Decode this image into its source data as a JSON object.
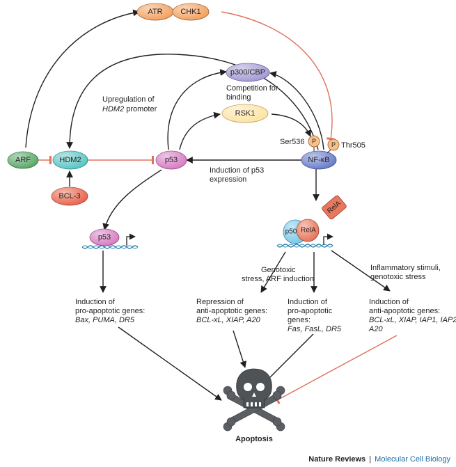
{
  "nodes": {
    "atr": "ATR",
    "chk1": "CHK1",
    "p300cbp": "p300/CBP",
    "rsk1": "RSK1",
    "arf": "ARF",
    "hdm2": "HDM2",
    "p53": "p53",
    "nfkb": "NF-κB",
    "bcl3": "BCL-3",
    "p53_bound": "p53",
    "p50": "p50",
    "rela_top": "RelA",
    "rela_bound": "RelA",
    "phos_ser": "P",
    "phos_thr": "P"
  },
  "labels": {
    "upreg_line1": "Upregulation of",
    "upreg_line2_italic": "HDM2",
    "upreg_line2_rest": " promoter",
    "competition_line1": "Competition for",
    "competition_line2": "binding",
    "ser536": "Ser536",
    "thr505": "Thr505",
    "induction_p53_line1": "Induction of p53",
    "induction_p53_line2": "expression",
    "genotoxic_line1": "Genotoxic",
    "genotoxic_line2": "stress, ARF induction",
    "inflammatory_line1": "Inflammatory stimuli,",
    "inflammatory_line2": "genotoxic stress",
    "pro_apop_p53_line1": "Induction of",
    "pro_apop_p53_line2": "pro-apoptotic genes:",
    "pro_apop_p53_line3": "Bax, PUMA, DR5",
    "repression_line1": "Repression of",
    "repression_line2": "anti-apoptotic genes:",
    "repression_line3": "BCL-xL, XIAP, A20",
    "pro_apop_nfkb_line1": "Induction of",
    "pro_apop_nfkb_line2": "pro-apoptotic",
    "pro_apop_nfkb_line3": "genes:",
    "pro_apop_nfkb_line4": "Fas, FasL, DR5",
    "anti_apop_line1": "Induction of",
    "anti_apop_line2": "anti-apoptotic genes:",
    "anti_apop_line3": "BCL-xL, XIAP, IAP1, IAP2,",
    "anti_apop_line4": "A20",
    "apoptosis": "Apoptosis"
  },
  "footer": {
    "journal": "Nature Reviews",
    "separator": "|",
    "section": "Molecular Cell Biology"
  },
  "colors": {
    "atr_chk1": "#f4a261",
    "p300": "#a59bd3",
    "rsk1": "#fde4a6",
    "arf": "#5aa96b",
    "hdm2": "#5cc6c4",
    "p53": "#d77fc3",
    "nfkb": "#6b7fc9",
    "bcl3": "#e8674f",
    "phospho": "#f7c08a",
    "p50": "#7ccbe8",
    "rela": "#e8785d",
    "inhibit": "#e0705a",
    "activate": "#231f20",
    "dna": "#4aa7cf"
  }
}
